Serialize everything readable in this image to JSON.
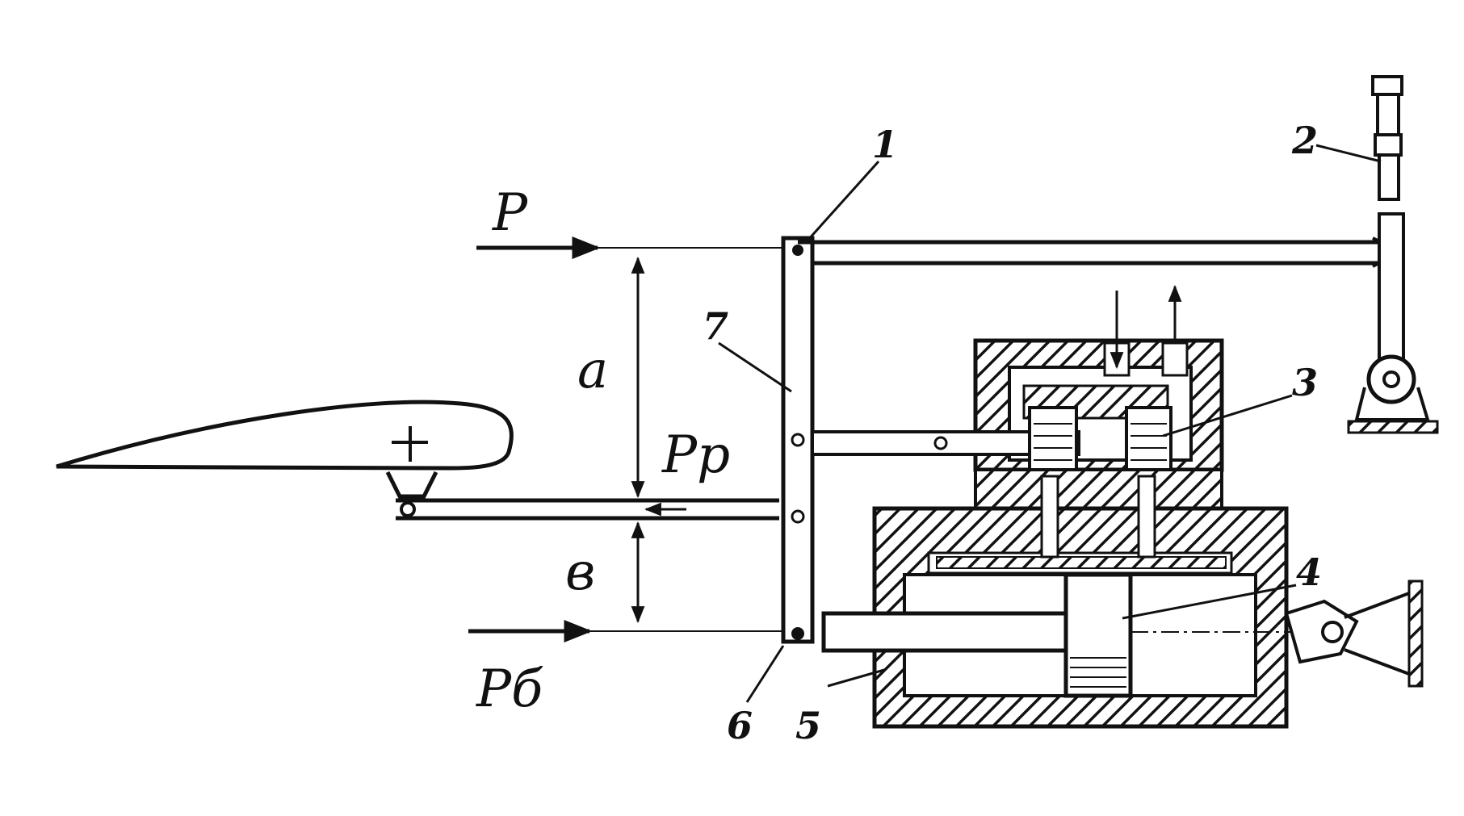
{
  "forces": {
    "p": "P",
    "p_r": "Pр",
    "p_b": "Pб"
  },
  "dimensions": {
    "a": "a",
    "b": "в"
  },
  "callouts": {
    "n1": "1",
    "n2": "2",
    "n3": "3",
    "n4": "4",
    "n5": "5",
    "n6": "6",
    "n7": "7"
  }
}
